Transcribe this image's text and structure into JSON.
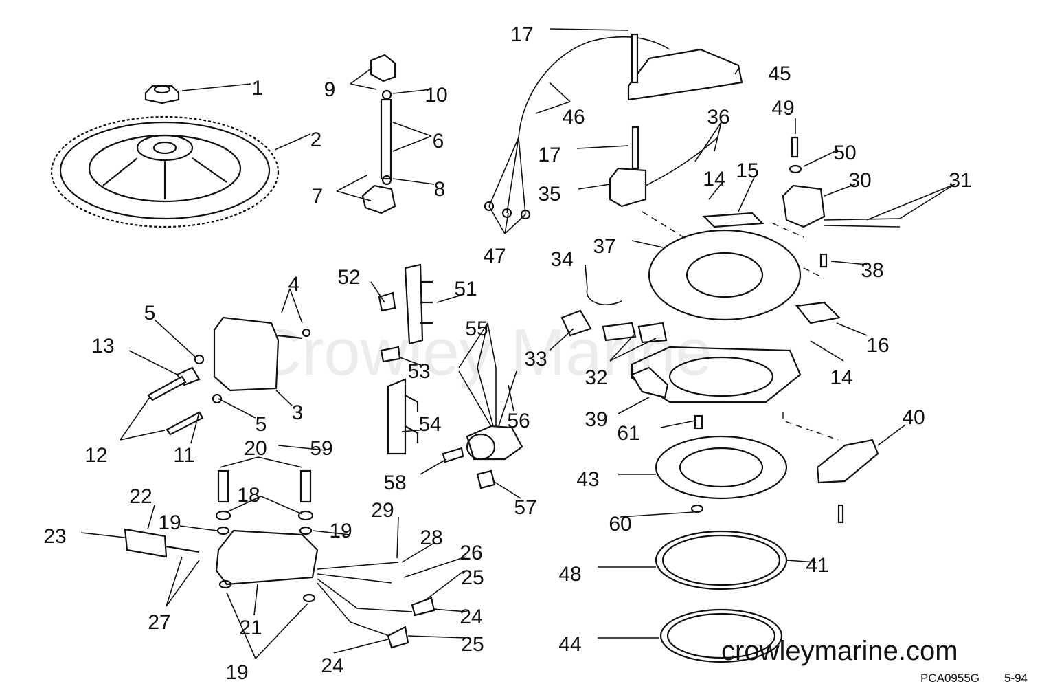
{
  "watermark": "Crowley Marine",
  "website": "crowleymarine.com",
  "drawing_code": "PCA0955G",
  "drawing_date": "5-94",
  "callouts": [
    "1",
    "2",
    "3",
    "4",
    "5",
    "5",
    "6",
    "7",
    "8",
    "9",
    "10",
    "11",
    "12",
    "13",
    "14",
    "14",
    "15",
    "16",
    "17",
    "17",
    "18",
    "19",
    "19",
    "19",
    "20",
    "21",
    "22",
    "23",
    "24",
    "24",
    "25",
    "25",
    "26",
    "27",
    "28",
    "29",
    "30",
    "31",
    "32",
    "33",
    "34",
    "35",
    "36",
    "37",
    "38",
    "39",
    "40",
    "41",
    "43",
    "44",
    "45",
    "46",
    "47",
    "48",
    "49",
    "50",
    "51",
    "52",
    "53",
    "54",
    "55",
    "56",
    "57",
    "58",
    "59",
    "60",
    "61"
  ],
  "colors": {
    "ink": "#111111",
    "paper": "#ffffff"
  }
}
